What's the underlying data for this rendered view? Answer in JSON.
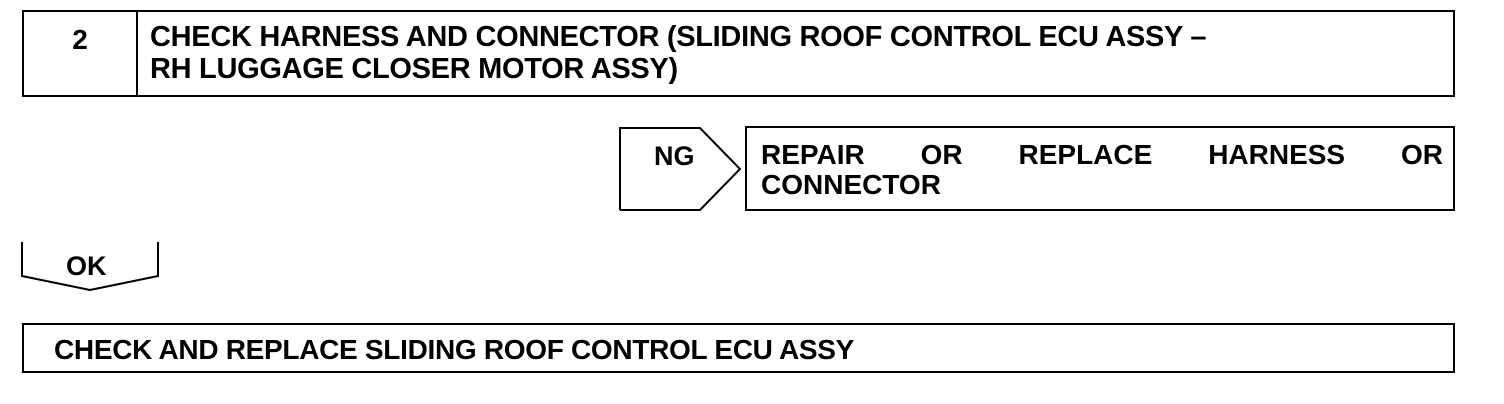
{
  "step": {
    "number": "2",
    "title_line1": "CHECK HARNESS AND CONNECTOR (SLIDING ROOF CONTROL ECU ASSY –",
    "title_line2": "RH LUGGAGE CLOSER MOTOR ASSY)"
  },
  "ng_branch": {
    "label": "NG",
    "result_words": [
      "REPAIR",
      "OR",
      "REPLACE",
      "HARNESS",
      "OR"
    ],
    "result_line2": "CONNECTOR"
  },
  "ok_branch": {
    "label": "OK"
  },
  "final_action": {
    "text": "CHECK AND REPLACE SLIDING ROOF CONTROL ECU ASSY"
  }
}
